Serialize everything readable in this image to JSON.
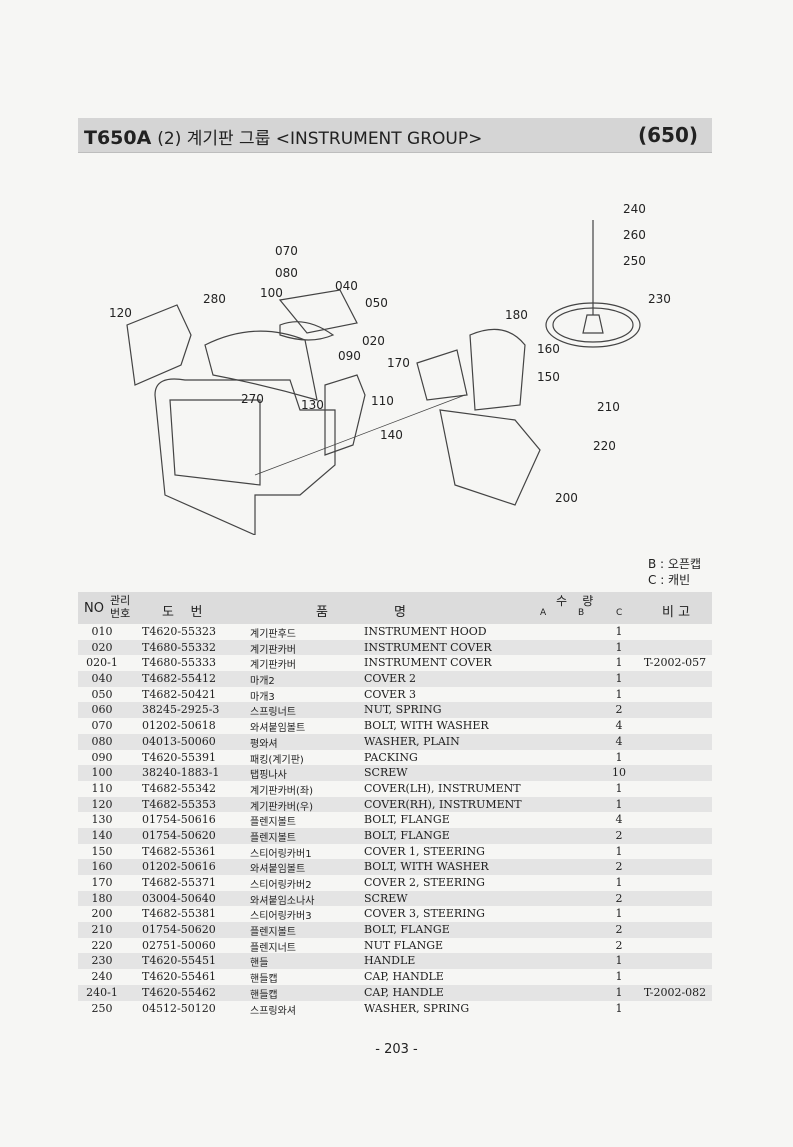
{
  "header": {
    "model": "T650A",
    "title_rest": "(2) 계기판 그룹 <INSTRUMENT GROUP>",
    "page_code": "(650)"
  },
  "callouts": [
    "240",
    "260",
    "250",
    "230",
    "070",
    "080",
    "040",
    "050",
    "100",
    "280",
    "120",
    "020",
    "180",
    "160",
    "090",
    "170",
    "150",
    "270",
    "130",
    "110",
    "210",
    "140",
    "220",
    "200"
  ],
  "legend": {
    "b": "B : 오픈캡",
    "c": "C : 캐빈"
  },
  "table": {
    "headers": {
      "no": "NO",
      "mgmt": "관리\n번호",
      "part_no": "도    번",
      "name_ko": "품",
      "name": "명",
      "qty": "수    량",
      "a": "A",
      "b": "B",
      "c": "C",
      "note": "비 고"
    },
    "rows": [
      {
        "no": "010",
        "part": "T4620-55323",
        "ko": "계기판후드",
        "en": "INSTRUMENT HOOD",
        "qty": "1",
        "note": ""
      },
      {
        "no": "020",
        "part": "T4680-55332",
        "ko": "계기판카버",
        "en": "INSTRUMENT COVER",
        "qty": "1",
        "note": ""
      },
      {
        "no": "020-1",
        "part": "T4680-55333",
        "ko": "계기판카버",
        "en": "INSTRUMENT COVER",
        "qty": "1",
        "note": "T-2002-057"
      },
      {
        "no": "040",
        "part": "T4682-55412",
        "ko": "마개2",
        "en": "COVER 2",
        "qty": "1",
        "note": ""
      },
      {
        "no": "050",
        "part": "T4682-50421",
        "ko": "마개3",
        "en": "COVER 3",
        "qty": "1",
        "note": ""
      },
      {
        "no": "060",
        "part": "38245-2925-3",
        "ko": "스프링너트",
        "en": "NUT, SPRING",
        "qty": "2",
        "note": ""
      },
      {
        "no": "070",
        "part": "01202-50618",
        "ko": "와셔붙임볼트",
        "en": "BOLT, WITH WASHER",
        "qty": "4",
        "note": ""
      },
      {
        "no": "080",
        "part": "04013-50060",
        "ko": "평와셔",
        "en": "WASHER, PLAIN",
        "qty": "4",
        "note": ""
      },
      {
        "no": "090",
        "part": "T4620-55391",
        "ko": "패킹(계기판)",
        "en": "PACKING",
        "qty": "1",
        "note": ""
      },
      {
        "no": "100",
        "part": "38240-1883-1",
        "ko": "탭핑나사",
        "en": "SCREW",
        "qty": "10",
        "note": ""
      },
      {
        "no": "110",
        "part": "T4682-55342",
        "ko": "계기판카버(좌)",
        "en": "COVER(LH), INSTRUMENT",
        "qty": "1",
        "note": ""
      },
      {
        "no": "120",
        "part": "T4682-55353",
        "ko": "계기판카버(우)",
        "en": "COVER(RH), INSTRUMENT",
        "qty": "1",
        "note": ""
      },
      {
        "no": "130",
        "part": "01754-50616",
        "ko": "플렌지볼트",
        "en": "BOLT, FLANGE",
        "qty": "4",
        "note": ""
      },
      {
        "no": "140",
        "part": "01754-50620",
        "ko": "플렌지볼트",
        "en": "BOLT, FLANGE",
        "qty": "2",
        "note": ""
      },
      {
        "no": "150",
        "part": "T4682-55361",
        "ko": "스티어링카버1",
        "en": "COVER 1, STEERING",
        "qty": "1",
        "note": ""
      },
      {
        "no": "160",
        "part": "01202-50616",
        "ko": "와셔붙임볼트",
        "en": "BOLT, WITH WASHER",
        "qty": "2",
        "note": ""
      },
      {
        "no": "170",
        "part": "T4682-55371",
        "ko": "스티어링카버2",
        "en": "COVER 2, STEERING",
        "qty": "1",
        "note": ""
      },
      {
        "no": "180",
        "part": "03004-50640",
        "ko": "와셔붙임소나사",
        "en": "SCREW",
        "qty": "2",
        "note": ""
      },
      {
        "no": "200",
        "part": "T4682-55381",
        "ko": "스티어링카버3",
        "en": "COVER 3, STEERING",
        "qty": "1",
        "note": ""
      },
      {
        "no": "210",
        "part": "01754-50620",
        "ko": "플렌지볼트",
        "en": "BOLT, FLANGE",
        "qty": "2",
        "note": ""
      },
      {
        "no": "220",
        "part": "02751-50060",
        "ko": "플렌지너트",
        "en": "NUT FLANGE",
        "qty": "2",
        "note": ""
      },
      {
        "no": "230",
        "part": "T4620-55451",
        "ko": "핸들",
        "en": "HANDLE",
        "qty": "1",
        "note": ""
      },
      {
        "no": "240",
        "part": "T4620-55461",
        "ko": "핸들캡",
        "en": "CAP, HANDLE",
        "qty": "1",
        "note": ""
      },
      {
        "no": "240-1",
        "part": "T4620-55462",
        "ko": "핸들캡",
        "en": "CAP, HANDLE",
        "qty": "1",
        "note": "T-2002-082"
      },
      {
        "no": "250",
        "part": "04512-50120",
        "ko": "스프링와셔",
        "en": "WASHER, SPRING",
        "qty": "1",
        "note": ""
      }
    ]
  },
  "footer": {
    "page_number": "- 203 -"
  }
}
